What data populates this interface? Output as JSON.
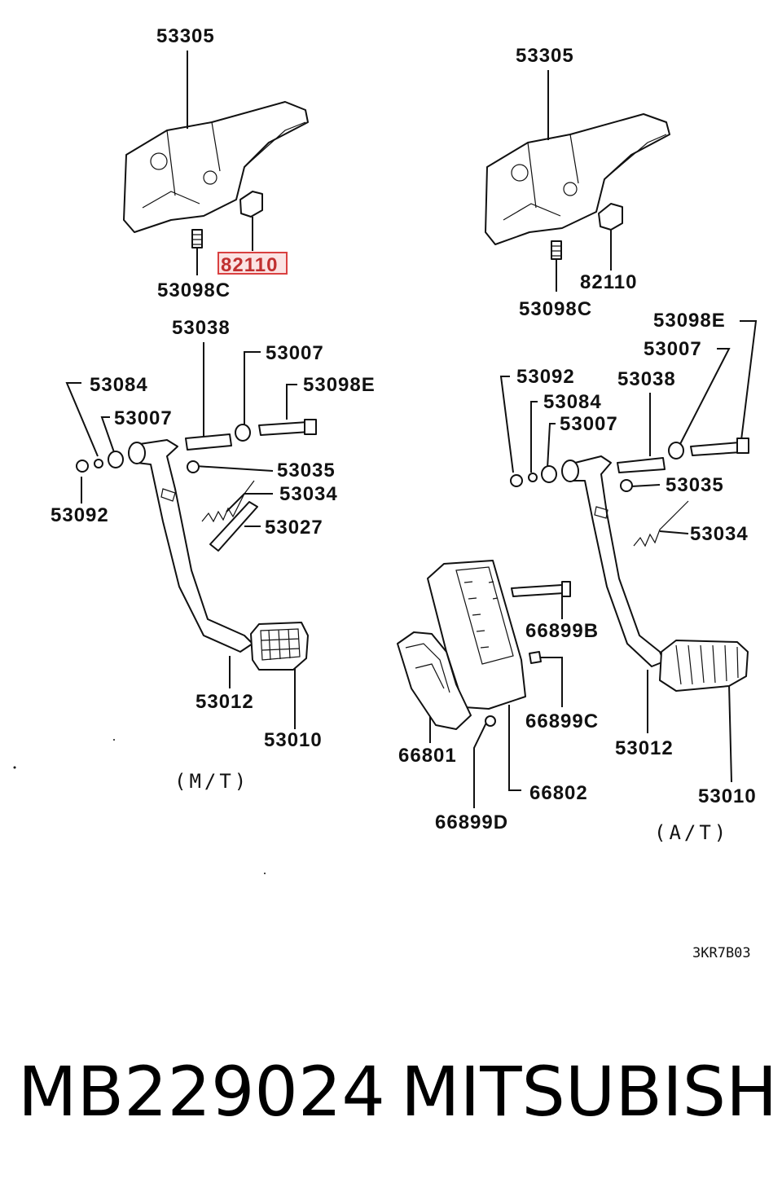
{
  "labels": {
    "mt_53305": "53305",
    "mt_82110": "82110",
    "mt_53098C": "53098C",
    "mt_53038": "53038",
    "mt_53007_top": "53007",
    "mt_53098E": "53098E",
    "mt_53084": "53084",
    "mt_53007_left": "53007",
    "mt_53092": "53092",
    "mt_53035": "53035",
    "mt_53034": "53034",
    "mt_53027": "53027",
    "mt_53012": "53012",
    "mt_53010": "53010",
    "at_53305": "53305",
    "at_82110": "82110",
    "at_53098C": "53098C",
    "at_53098E": "53098E",
    "at_53007_top": "53007",
    "at_53092": "53092",
    "at_53038": "53038",
    "at_53084": "53084",
    "at_53007_mid": "53007",
    "at_53035": "53035",
    "at_53034": "53034",
    "at_66899B": "66899B",
    "at_66899C": "66899C",
    "at_66801": "66801",
    "at_66802": "66802",
    "at_66899D": "66899D",
    "at_53012": "53012",
    "at_53010": "53010"
  },
  "captions": {
    "mt": "(M/T)",
    "at": "(A/T)",
    "drawing_code": "3KR7B03"
  },
  "footer": {
    "part_number": "MB229024",
    "brand": "MITSUBISHI"
  },
  "highlight": {
    "color": "#d94040"
  }
}
